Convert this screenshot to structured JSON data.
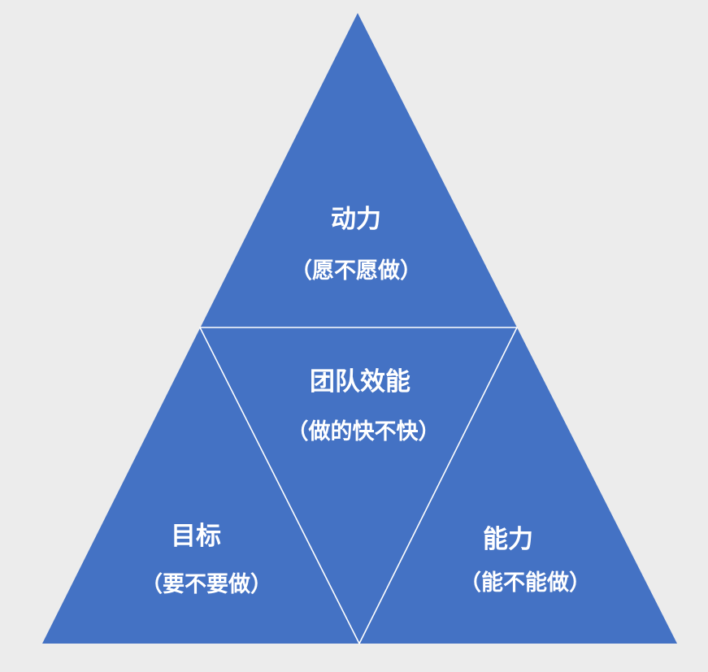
{
  "diagram": {
    "title": "team-effectiveness-pyramid",
    "colors": {
      "background": "#ececec",
      "triangle_fill": "#4472c4",
      "divider": "#ffffff",
      "text": "#ffffff"
    },
    "sections": {
      "top": {
        "title": "动力",
        "subtitle": "（愿不愿做）"
      },
      "center": {
        "title": "团队效能",
        "subtitle": "（做的快不快）"
      },
      "left": {
        "title": "目标",
        "subtitle": "（要不要做）"
      },
      "right": {
        "title": "能力",
        "subtitle": "（能不能做）"
      }
    }
  }
}
